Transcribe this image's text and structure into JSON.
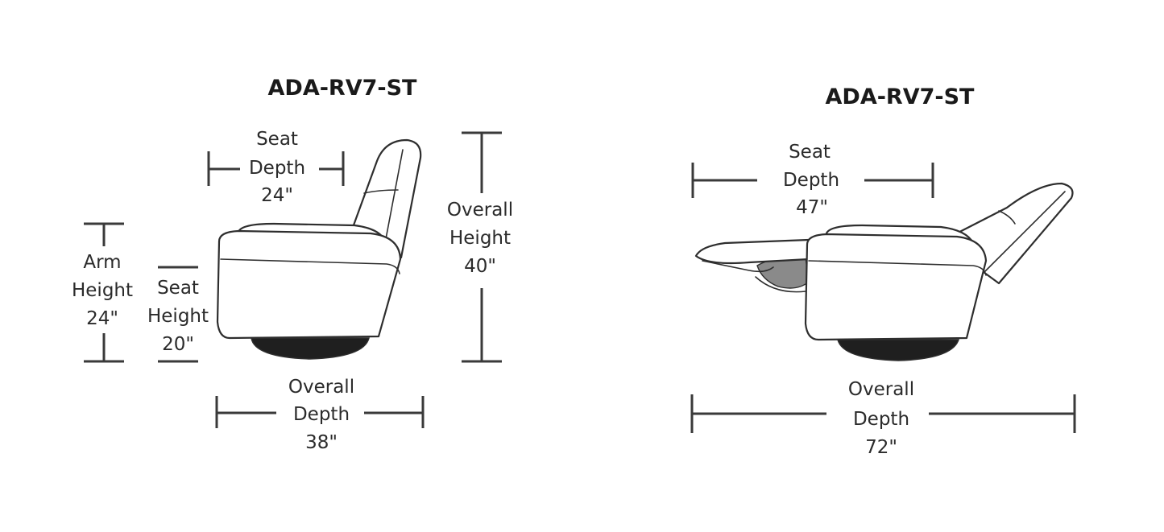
{
  "left_view": {
    "title": "ADA-RV7-ST",
    "seat_depth": {
      "line1": "Seat",
      "line2": "Depth",
      "value": "24\""
    },
    "overall_height": {
      "line1": "Overall",
      "line2": "Height",
      "value": "40\""
    },
    "arm_height": {
      "line1": "Arm",
      "line2": "Height",
      "value": "24\""
    },
    "seat_height": {
      "line1": "Seat",
      "line2": "Height",
      "value": "20\""
    },
    "overall_depth": {
      "line1": "Overall",
      "line2": "Depth",
      "value": "38\""
    }
  },
  "right_view": {
    "title": "ADA-RV7-ST",
    "seat_depth": {
      "line1": "Seat",
      "line2": "Depth",
      "value": "47\""
    },
    "overall_depth": {
      "line1": "Overall",
      "line2": "Depth",
      "value": "72\""
    }
  },
  "icons": [
    "upright-chair-icon",
    "reclined-chair-icon"
  ]
}
